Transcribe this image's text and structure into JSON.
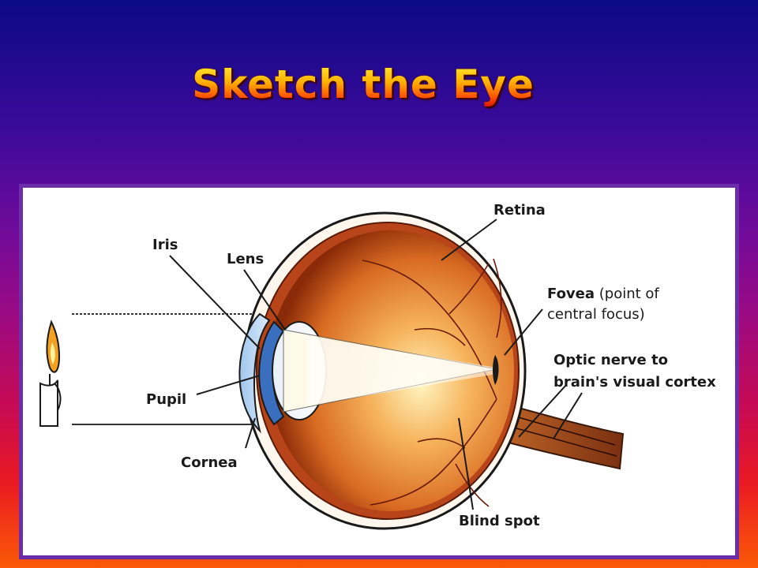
{
  "title": "Sketch the Eye",
  "labels": {
    "retina": "Retina",
    "iris": "Iris",
    "lens": "Lens",
    "fovea_bold": "Fovea",
    "fovea_rest_1": "(point of",
    "fovea_rest_2": "central focus)",
    "optic_1": "Optic nerve to",
    "optic_2": "brain's visual cortex",
    "pupil": "Pupil",
    "cornea": "Cornea",
    "blind_spot": "Blind spot"
  },
  "colors": {
    "background_top": "#0b0a84",
    "background_bottom": "#fb5a08",
    "panel_border": "#6a2fa8",
    "title_fill": "#ffb000"
  }
}
